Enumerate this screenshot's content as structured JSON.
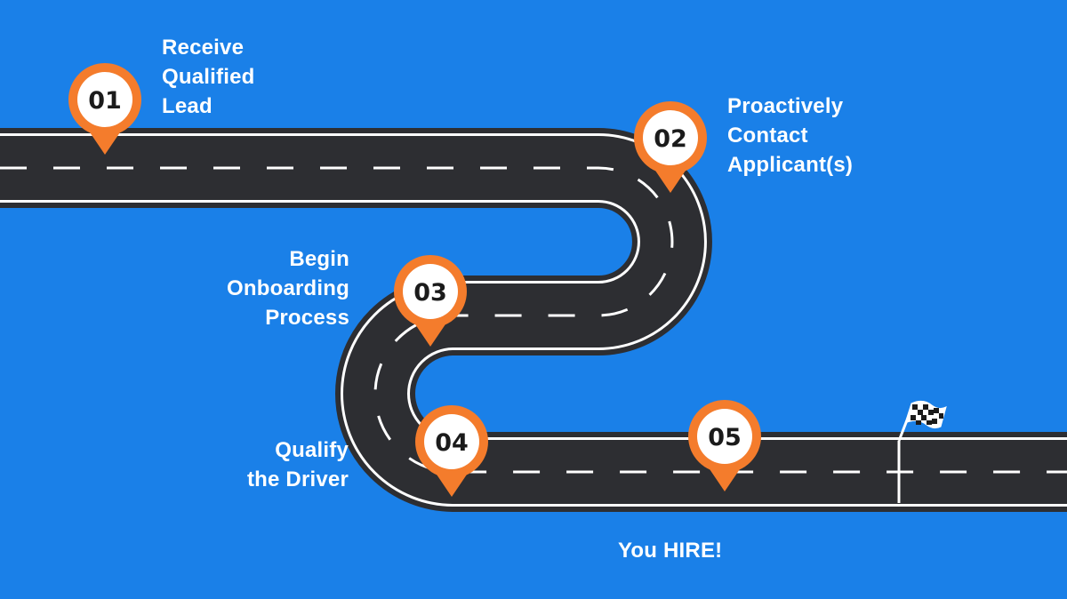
{
  "colors": {
    "background": "#1a80e8",
    "road": "#2d2e32",
    "road_edge": "#ffffff",
    "marker": "#f47c2c",
    "marker_inner": "#ffffff",
    "text": "#ffffff"
  },
  "steps": [
    {
      "number": "01",
      "label": "Receive\nQualified\nLead"
    },
    {
      "number": "02",
      "label": "Proactively\nContact\nApplicant(s)"
    },
    {
      "number": "03",
      "label": "Begin\nOnboarding\nProcess"
    },
    {
      "number": "04",
      "label": "Qualify\nthe Driver"
    },
    {
      "number": "05",
      "label": "You HIRE!"
    }
  ],
  "finish_icon": "checkered-flag-icon"
}
